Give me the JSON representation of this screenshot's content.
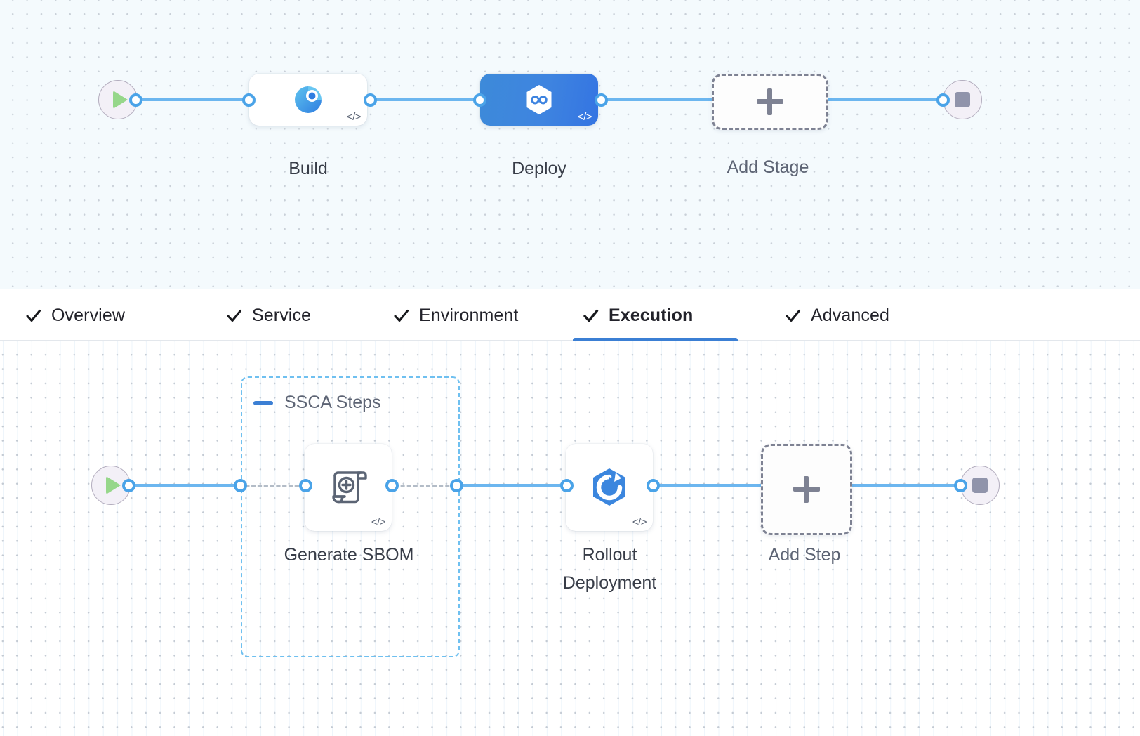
{
  "pipeline": {
    "stage_row": {
      "start_node": {
        "name": "start",
        "icon": "play-icon"
      },
      "end_node": {
        "name": "end",
        "icon": "stop-icon"
      },
      "stages": [
        {
          "label": "Build",
          "icon": "build-pie-icon",
          "selected": false,
          "code_glyph": "</>"
        },
        {
          "label": "Deploy",
          "icon": "harness-hexagon-infinity-icon",
          "selected": true,
          "code_glyph": "</>"
        }
      ],
      "add_stage": {
        "label": "Add Stage",
        "icon": "plus-icon"
      }
    },
    "tabs": [
      {
        "label": "Overview",
        "checked": true,
        "active": false
      },
      {
        "label": "Service",
        "checked": true,
        "active": false
      },
      {
        "label": "Environment",
        "checked": true,
        "active": false
      },
      {
        "label": "Execution",
        "checked": true,
        "active": true
      },
      {
        "label": "Advanced",
        "checked": true,
        "active": false
      }
    ],
    "step_row": {
      "start_node": {
        "name": "start",
        "icon": "play-icon"
      },
      "end_node": {
        "name": "end",
        "icon": "stop-icon"
      },
      "group": {
        "title": "SSCA Steps",
        "collapse_icon": "minus-icon"
      },
      "steps": [
        {
          "label": "Generate SBOM",
          "icon": "scroll-plus-icon",
          "code_glyph": "</>"
        },
        {
          "label": "Rollout\nDeployment",
          "icon": "hexagon-rollout-icon",
          "code_glyph": "</>"
        }
      ],
      "add_step": {
        "label": "Add Step",
        "icon": "plus-icon"
      }
    }
  },
  "colors": {
    "accent": "#3b7fd4",
    "connector": "#6cb6ef",
    "group_border": "#6fc0f0",
    "selected_stage": "#3e84e0",
    "canvas_top": "#f4fafd",
    "canvas_bottom": "#ffffff"
  }
}
